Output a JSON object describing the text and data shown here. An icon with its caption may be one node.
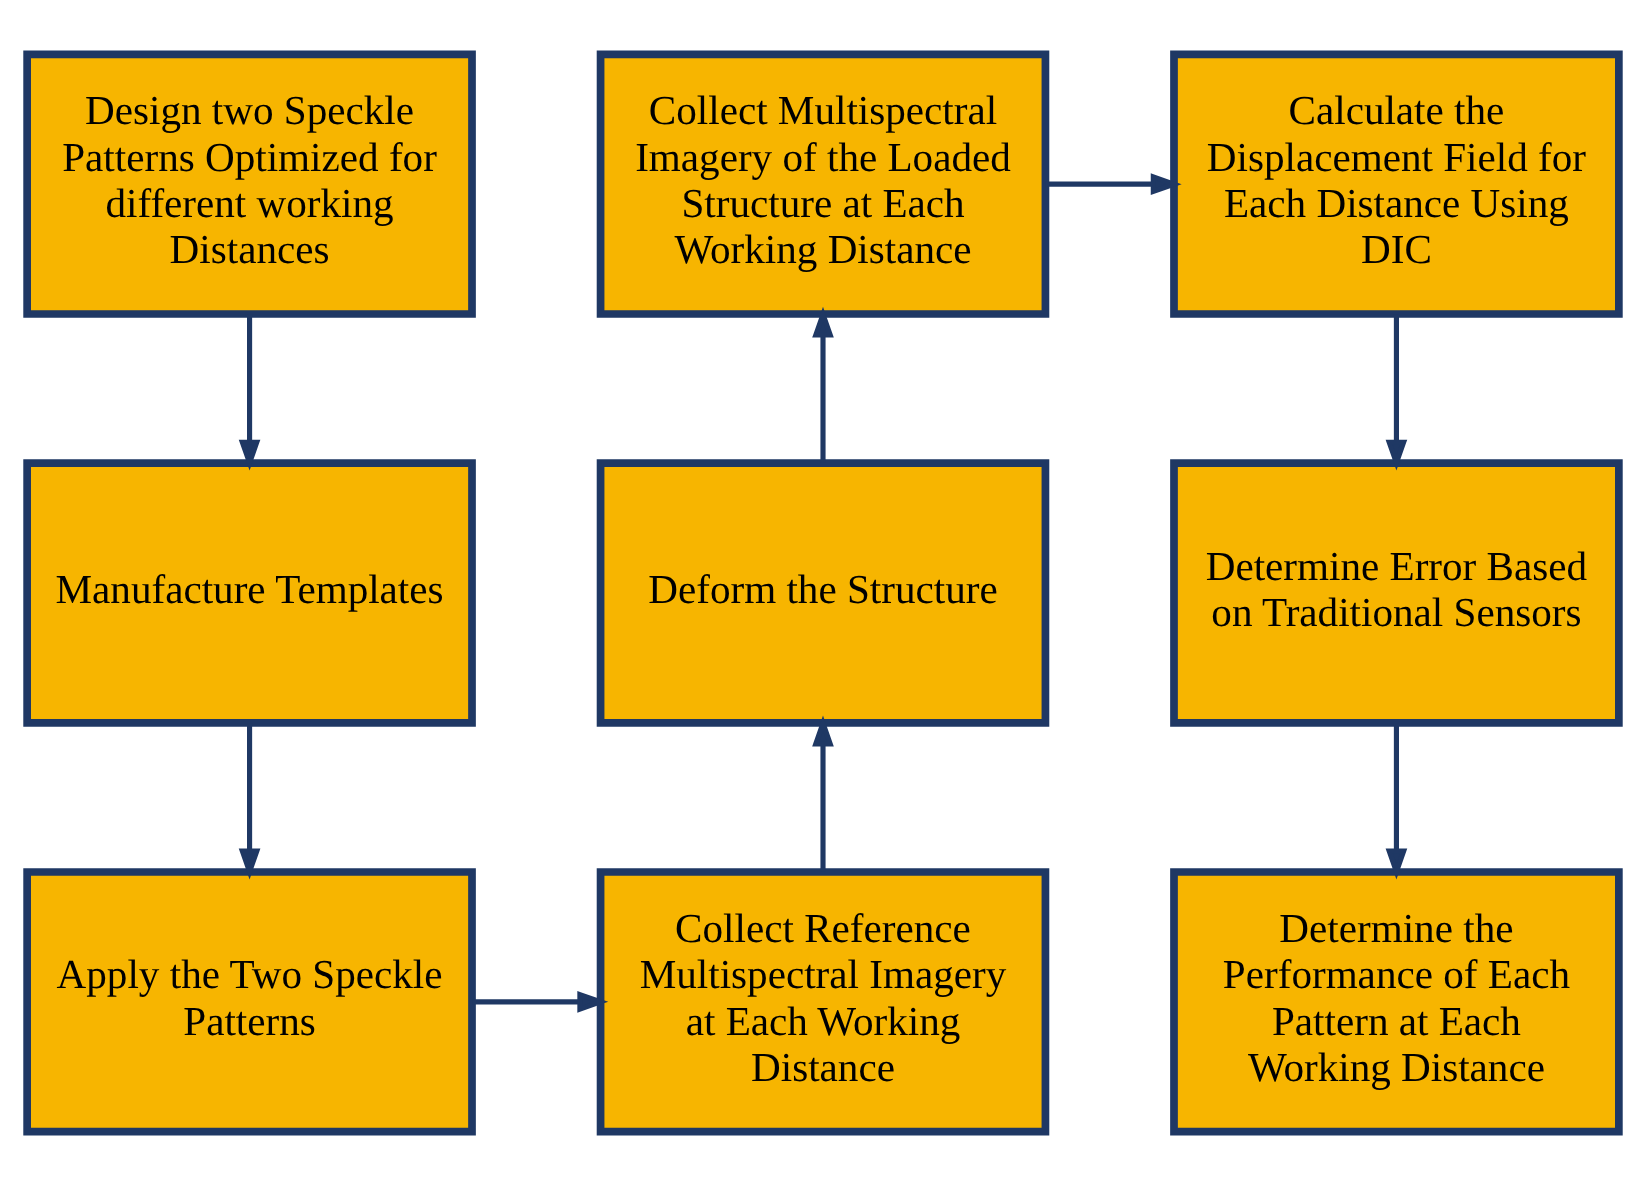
{
  "diagram": {
    "nodes": [
      {
        "text": [
          "Design two Speckle Patterns Optimized for different working Distances"
        ]
      },
      {
        "text": [
          "Collect Multispectral Imagery of the Loaded Structure at Each Working Distance"
        ]
      },
      {
        "text": [
          "Calculate the Displacement Field for Each Distance Using DIC"
        ]
      },
      {
        "text": [
          "Manufacture Templates"
        ]
      },
      {
        "text": [
          "Deform the Structure"
        ]
      },
      {
        "text": [
          "Determine Error Based on Traditional Sensors"
        ]
      },
      {
        "text": [
          "Apply the Two Speckle Patterns"
        ]
      },
      {
        "text": [
          "Collect Reference Multispectral Imagery at Each Working Distance"
        ]
      },
      {
        "text": [
          "Determine the Performance of Each Pattern at Each Working Distance"
        ]
      }
    ],
    "edges": [
      {
        "from": 0,
        "to": 3,
        "arrow": "to"
      },
      {
        "from": 3,
        "to": 6,
        "arrow": "to"
      },
      {
        "from": 6,
        "to": 7,
        "arrow": "to"
      },
      {
        "from": 7,
        "to": 4,
        "arrow": "to"
      },
      {
        "from": 4,
        "to": 1,
        "arrow": "to"
      },
      {
        "from": 1,
        "to": 2,
        "arrow": "to"
      },
      {
        "from": 2,
        "to": 5,
        "arrow": "to"
      },
      {
        "from": 5,
        "to": 8,
        "arrow": "to"
      }
    ]
  }
}
